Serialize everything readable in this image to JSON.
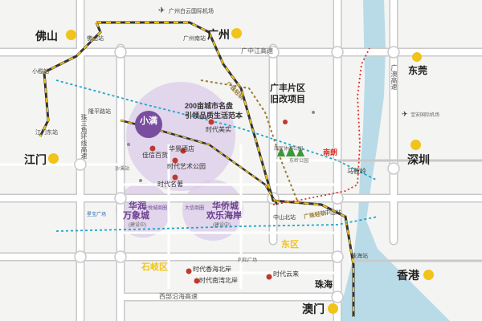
{
  "cities": {
    "foshan": "佛山",
    "guangzhou": "广州",
    "jiangmen": "江门",
    "dongguan": "东莞",
    "shenzhen": "深圳",
    "xianggang": "香港",
    "aomen": "澳门",
    "zhuhai": "珠海"
  },
  "airports": {
    "baiyun": "广州白云国际机场",
    "baoan": "宝安国际机场"
  },
  "stations": {
    "foshan": "佛山站",
    "guangzhou_south": "广州南站",
    "xiaolan": "小榄站",
    "jiangmen_east": "江门东站",
    "longxiang": "隆平路站",
    "zhongshan_north": "中山北站",
    "zhongshan": "中山站",
    "zhuhai": "珠海站",
    "shaxi": "沙溪站"
  },
  "highways": {
    "guangzhong": "广中江高速",
    "sanjiao": "珠三角环线高速",
    "west_coast": "西部沿海高速",
    "guangao": "广澳高速",
    "guangzhu_light": "广珠轻轨",
    "guangzhu_lightrail2": "广珠轻轨"
  },
  "project": {
    "logo_text": "小满",
    "headline": "200亩城市名盘",
    "subline": "引领品质生活范本",
    "area_title": "广丰片区",
    "area_sub": "旧改项目"
  },
  "poi": {
    "shidai_meishi": "时代美实",
    "huajing_hotel": "华景酒店",
    "jiaxin_baihuo": "佳信百货",
    "shidai_park": "时代艺术公园",
    "shidai_mingzhu": "时代名著",
    "xiqu_park": "西区休闲公园",
    "dongling_park": "东岭公园",
    "majiao_mountain": "马鞍岭",
    "shidai_xiangshe": "时代香海北岸",
    "shidai_nanwan": "时代南湾北岸",
    "shidai_yunlai": "时代云来",
    "tiandi": "天悦城商圈",
    "daxin": "大信商圈",
    "xingbao": "星宝广场",
    "lihe": "利和广场"
  },
  "malls": {
    "huarun_line1": "华润",
    "huarun_line2": "万象城",
    "huarun_note": "(建设中)",
    "huaqiao_line1": "华侨城",
    "huaqiao_line2": "欢乐海岸",
    "huaqiao_note": "(建设中)"
  },
  "districts": {
    "dongqu": "东区",
    "shiqi": "石岐区",
    "nanlang": "南朗"
  },
  "colors": {
    "background": "#f4f4f2",
    "water": "#b9dbe8",
    "road": "#ffffff",
    "road_border": "#c9c9c9",
    "circle": "#dbcce8",
    "rail_yellow": "#f0c419",
    "rail_dark": "#333333",
    "metro_blue": "#1fa5c9",
    "boundary_red": "#d9322b",
    "brown_light_rail": "#9c7b37",
    "purple_text": "#6b3d8f"
  }
}
